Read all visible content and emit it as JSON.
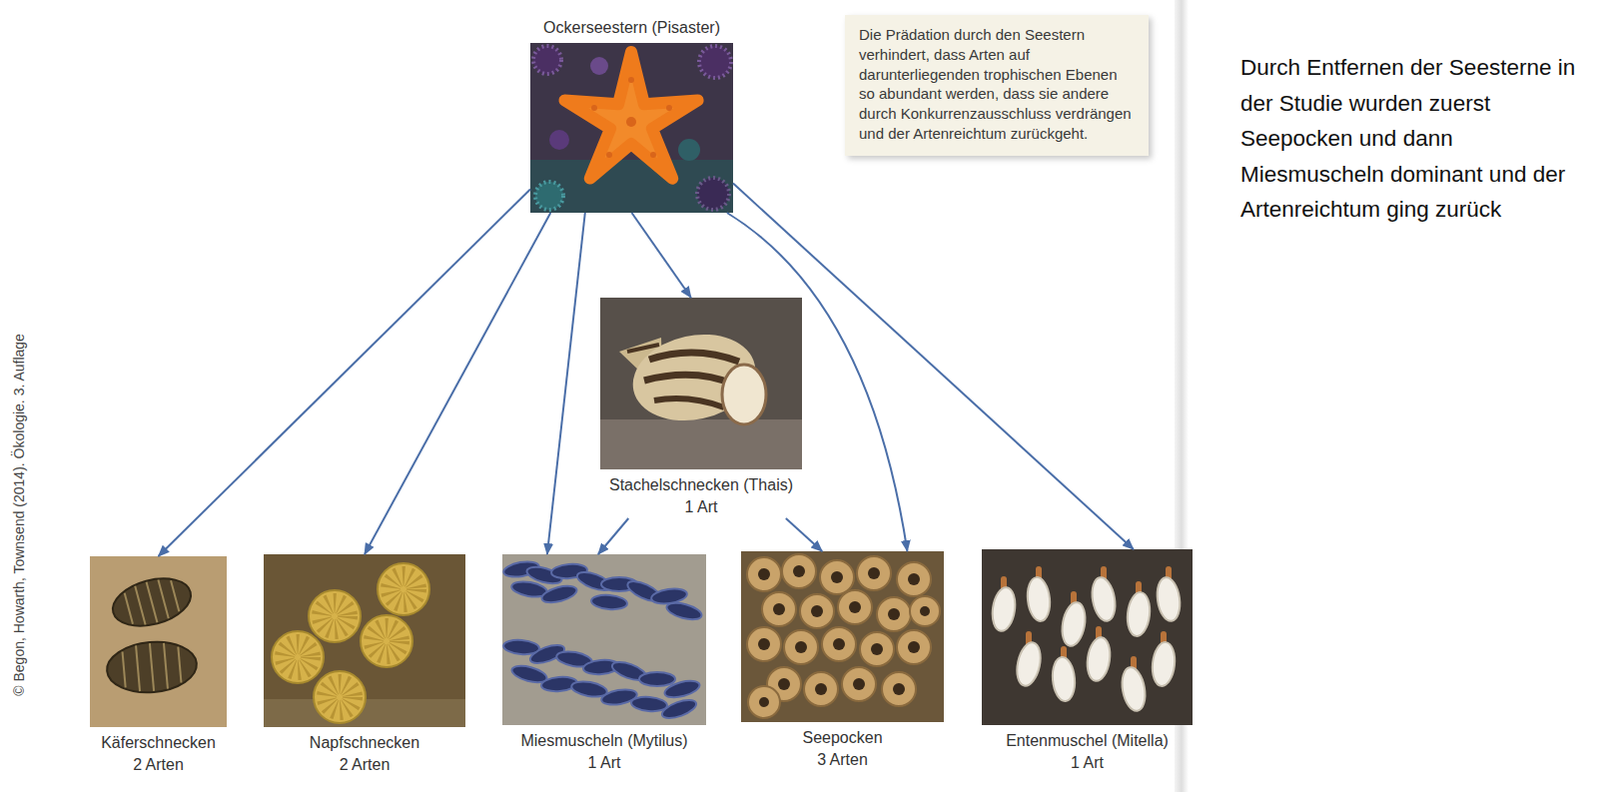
{
  "diagram": {
    "nodes": [
      {
        "text": [
          "Ockerseestern (Pisaster)"
        ]
      },
      {
        "text": [
          "Die Prädation durch den Seestern verhindert, dass Arten auf darunterliegenden trophischen Ebenen so abundant werden, dass sie andere durch Konkurrenzausschluss verdrängen und der Artenreichtum zurückgeht."
        ]
      },
      {
        "text": [
          "Stachelschnecken (Thais)",
          "1 Art"
        ]
      },
      {
        "text": [
          "Käferschnecken",
          "2 Arten"
        ]
      },
      {
        "text": [
          "Napfschnecken",
          "2 Arten"
        ]
      },
      {
        "text": [
          "Miesmuscheln (Mytilus)",
          "1 Art"
        ]
      },
      {
        "text": [
          "Seepocken",
          "3 Arten"
        ]
      },
      {
        "text": [
          "Entenmuschel (Mitella)",
          "1 Art"
        ]
      }
    ],
    "edges": [
      {
        "from": 0,
        "to": 3,
        "arrow": "to"
      },
      {
        "from": 0,
        "to": 4,
        "arrow": "to"
      },
      {
        "from": 0,
        "to": 5,
        "arrow": "to"
      },
      {
        "from": 0,
        "to": 2,
        "arrow": "to"
      },
      {
        "from": 0,
        "to": 6,
        "arrow": "to"
      },
      {
        "from": 0,
        "to": 7,
        "arrow": "to"
      },
      {
        "from": 2,
        "to": 5,
        "arrow": "to"
      },
      {
        "from": 2,
        "to": 6,
        "arrow": "to"
      }
    ],
    "labels": [
      "Durch Entfernen der Seesterne in der Studie wurden zuerst Seepocken und dann Miesmuscheln dominant und der Artenreichtum ging zurück",
      "© Begon, Howarth, Townsend (2014). Ökologie. 3. Auflage"
    ]
  }
}
